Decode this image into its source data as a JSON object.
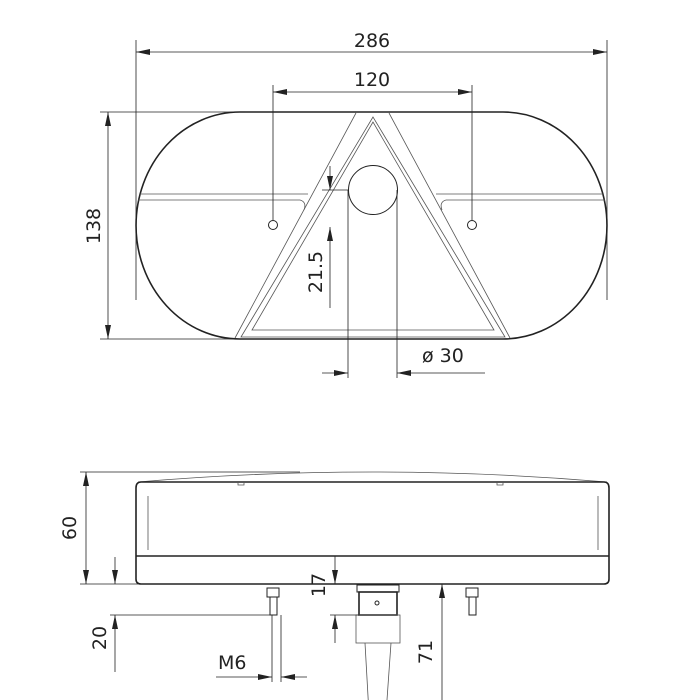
{
  "drawing": {
    "top_view": {
      "dimensions": {
        "overall_length": "286",
        "hole_spacing": "120",
        "overall_height": "138",
        "hole_offset": "21.5",
        "center_hole_diameter": "ø 30"
      }
    },
    "side_view": {
      "dimensions": {
        "overall_depth": "60",
        "stud_length": "20",
        "thread_size": "M6",
        "connector_depth": "17",
        "cable_depth": "71"
      }
    }
  }
}
